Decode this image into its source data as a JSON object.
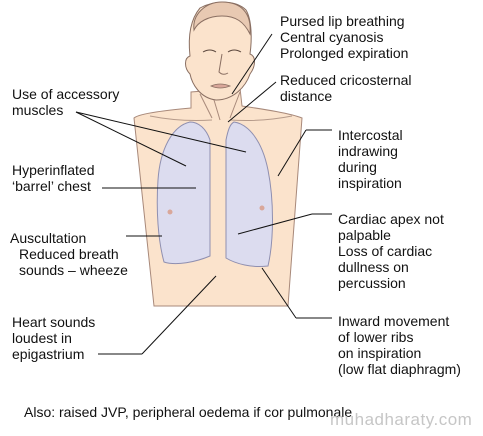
{
  "labels": {
    "pursed": [
      "Pursed lip breathing",
      "Central cyanosis",
      "Prolonged expiration"
    ],
    "cricosternal": [
      "Reduced cricosternal",
      "distance"
    ],
    "accessory": [
      "Use of accessory",
      "muscles"
    ],
    "intercostal": [
      "Intercostal",
      "indrawing",
      "during",
      "inspiration"
    ],
    "barrel": [
      "Hyperinflated",
      "‘barrel’ chest"
    ],
    "auscultation": [
      "Auscultation",
      "Reduced breath",
      "sounds – wheeze"
    ],
    "apex": [
      "Cardiac apex not",
      "palpable",
      "Loss of cardiac",
      "dullness on",
      "percussion"
    ],
    "heart": [
      "Heart sounds",
      "loudest in",
      "epigastrium"
    ],
    "ribs": [
      "Inward movement",
      "of lower ribs",
      "on inspiration",
      "(low flat diaphragm)"
    ]
  },
  "footer": "Also: raised JVP, peripheral oedema if cor pulmonale",
  "watermark": "muhadharaty.com",
  "colors": {
    "skin": "#fbe3cc",
    "lungs": "#dcdcef",
    "lines": "#111111",
    "outline": "#a8897a"
  }
}
